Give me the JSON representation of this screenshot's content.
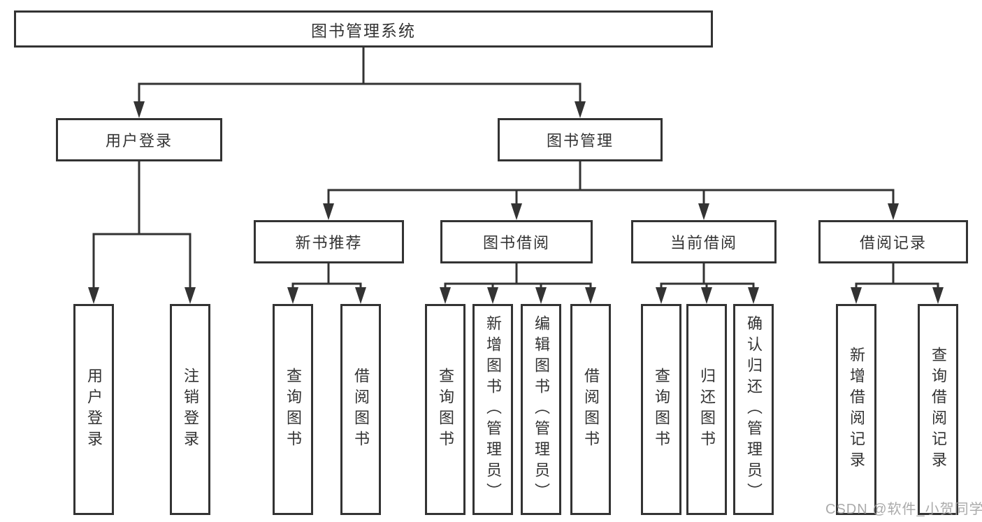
{
  "tree": {
    "root": {
      "label": "图书管理系统"
    },
    "user": {
      "label": "用户登录",
      "leaves": [
        {
          "label": "用户登录"
        },
        {
          "label": "注销登录"
        }
      ]
    },
    "book": {
      "label": "图书管理",
      "categories": [
        {
          "label": "新书推荐",
          "leaves": [
            {
              "label": "查询图书"
            },
            {
              "label": "借阅图书"
            }
          ]
        },
        {
          "label": "图书借阅",
          "leaves": [
            {
              "label": "查询图书"
            },
            {
              "label": "新增图书（管理员）"
            },
            {
              "label": "编辑图书（管理员）"
            },
            {
              "label": "借阅图书"
            }
          ]
        },
        {
          "label": "当前借阅",
          "leaves": [
            {
              "label": "查询图书"
            },
            {
              "label": "归还图书"
            },
            {
              "label": "确认归还（管理员）"
            }
          ]
        },
        {
          "label": "借阅记录",
          "leaves": [
            {
              "label": "新增借阅记录"
            },
            {
              "label": "查询借阅记录"
            }
          ]
        }
      ]
    }
  },
  "watermark": "CSDN @软件_小贺同学",
  "colors": {
    "line": "#333333",
    "border": "#333333",
    "fill": "#ffffff",
    "text": "#333333",
    "watermark": "#9c9c9c"
  }
}
